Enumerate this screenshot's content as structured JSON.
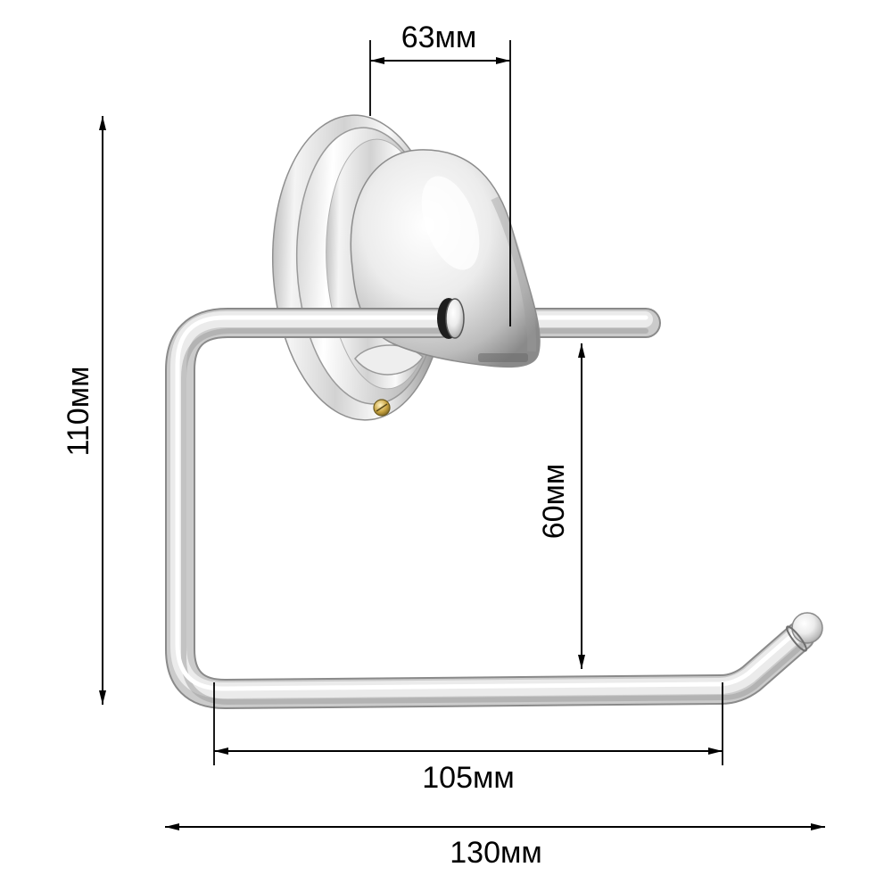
{
  "dimensions": {
    "top_width": "63мм",
    "overall_height": "110мм",
    "inner_height": "60мм",
    "bar_width": "105мм",
    "overall_width": "130мм"
  },
  "colors": {
    "background": "#ffffff",
    "dimension_lines": "#000000",
    "chrome_light": "#ffffff",
    "chrome_dark": "#8a8a8a",
    "screw": "#c9a441"
  }
}
